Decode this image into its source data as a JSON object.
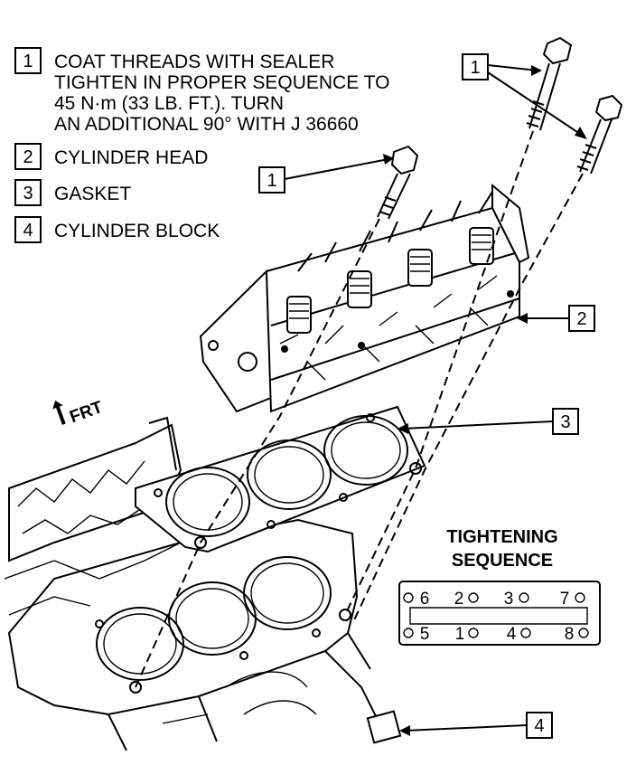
{
  "legend": {
    "items": [
      {
        "num": "1",
        "lines": [
          "COAT THREADS WITH SEALER",
          "TIGHTEN IN PROPER SEQUENCE TO",
          "45 N·m (33 LB. FT.). TURN",
          "AN ADDITIONAL 90° WITH J 36660"
        ]
      },
      {
        "num": "2",
        "lines": [
          "CYLINDER HEAD"
        ]
      },
      {
        "num": "3",
        "lines": [
          "GASKET"
        ]
      },
      {
        "num": "4",
        "lines": [
          "CYLINDER BLOCK"
        ]
      }
    ]
  },
  "callouts": {
    "bolts_top": "1",
    "bolt_left": "1",
    "head": "2",
    "gasket": "3",
    "block": "4"
  },
  "direction": {
    "label": "FRT"
  },
  "tightening_sequence": {
    "title_lines": [
      "TIGHTENING",
      "SEQUENCE"
    ],
    "top_row": [
      "6",
      "2",
      "3",
      "7"
    ],
    "bottom_row": [
      "5",
      "1",
      "4",
      "8"
    ]
  }
}
